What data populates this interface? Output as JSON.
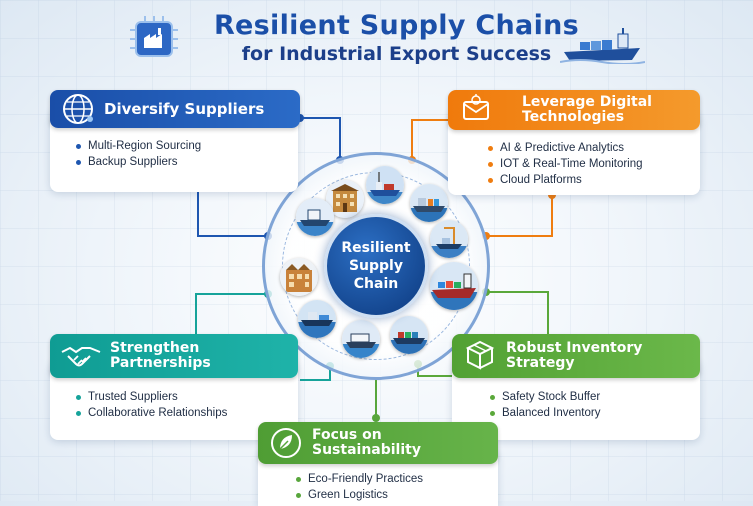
{
  "header": {
    "title": "Resilient Supply Chains",
    "subtitle": "for Industrial Export Success"
  },
  "hub": {
    "line1": "Resilient",
    "line2": "Supply",
    "line3": "Chain"
  },
  "cards": {
    "diversify": {
      "title": "Diversify Suppliers",
      "color": "#1e56b0",
      "items": [
        "Multi-Region Sourcing",
        "Backup Suppliers"
      ]
    },
    "digital": {
      "title_line1": "Leverage Digital",
      "title_line2": "Technologies",
      "color": "#ef7d10",
      "items": [
        "AI & Predictive Analytics",
        "IOT & Real-Time Monitoring",
        "Cloud Platforms"
      ]
    },
    "partnerships": {
      "title_line1": "Strengthen",
      "title_line2": "Partnerships",
      "color": "#16a39a",
      "items": [
        "Trusted Suppliers",
        "Collaborative Relationships"
      ]
    },
    "inventory": {
      "title_line1": "Robust Inventory",
      "title_line2": "Strategy",
      "color": "#5aa83a",
      "items": [
        "Safety Stock Buffer",
        "Balanced Inventory"
      ]
    },
    "sustainability": {
      "title_line1": "Focus on",
      "title_line2": "Sustainability",
      "color": "#58a63c",
      "items": [
        "Eco-Friendly Practices",
        "Green Logistics"
      ]
    }
  },
  "icons": {
    "diversify": "globe-network-icon",
    "digital": "digital-envelope-icon",
    "partnerships": "handshake-icon",
    "inventory": "boxes-icon",
    "sustainability": "leaf-globe-icon"
  }
}
